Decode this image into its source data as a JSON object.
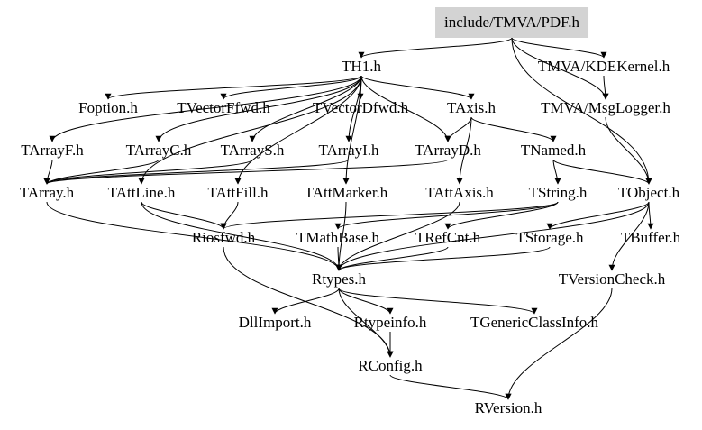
{
  "diagram": {
    "type": "include-dependency-graph",
    "root": "include/TMVA/PDF.h",
    "colors": {
      "root_fill": "#d3d3d3",
      "edge": "#000000",
      "background": "#ffffff"
    },
    "nodes": [
      {
        "id": "pdf",
        "label": "include/TMVA/PDF.h",
        "root": true
      },
      {
        "id": "th1",
        "label": "TH1.h"
      },
      {
        "id": "kde",
        "label": "TMVA/KDEKernel.h"
      },
      {
        "id": "foption",
        "label": "Foption.h"
      },
      {
        "id": "tvff",
        "label": "TVectorFfwd.h"
      },
      {
        "id": "tvdf",
        "label": "TVectorDfwd.h"
      },
      {
        "id": "taxis",
        "label": "TAxis.h"
      },
      {
        "id": "msglog",
        "label": "TMVA/MsgLogger.h"
      },
      {
        "id": "tarrf",
        "label": "TArrayF.h"
      },
      {
        "id": "tarrc",
        "label": "TArrayC.h"
      },
      {
        "id": "tarrs",
        "label": "TArrayS.h"
      },
      {
        "id": "tarri",
        "label": "TArrayI.h"
      },
      {
        "id": "tarrd",
        "label": "TArrayD.h"
      },
      {
        "id": "tnamed",
        "label": "TNamed.h"
      },
      {
        "id": "tarray",
        "label": "TArray.h"
      },
      {
        "id": "tattline",
        "label": "TAttLine.h"
      },
      {
        "id": "tattfill",
        "label": "TAttFill.h"
      },
      {
        "id": "tattmarker",
        "label": "TAttMarker.h"
      },
      {
        "id": "tattaxis",
        "label": "TAttAxis.h"
      },
      {
        "id": "tstring",
        "label": "TString.h"
      },
      {
        "id": "tobject",
        "label": "TObject.h"
      },
      {
        "id": "riosfwd",
        "label": "Riosfwd.h"
      },
      {
        "id": "tmathbase",
        "label": "TMathBase.h"
      },
      {
        "id": "trefcnt",
        "label": "TRefCnt.h"
      },
      {
        "id": "tstorage",
        "label": "TStorage.h"
      },
      {
        "id": "tbuffer",
        "label": "TBuffer.h"
      },
      {
        "id": "rtypes",
        "label": "Rtypes.h"
      },
      {
        "id": "tvercheck",
        "label": "TVersionCheck.h"
      },
      {
        "id": "dllimport",
        "label": "DllImport.h"
      },
      {
        "id": "rtypeinfo",
        "label": "Rtypeinfo.h"
      },
      {
        "id": "tgci",
        "label": "TGenericClassInfo.h"
      },
      {
        "id": "rconfig",
        "label": "RConfig.h"
      },
      {
        "id": "rversion",
        "label": "RVersion.h"
      }
    ],
    "edges": [
      [
        "pdf",
        "th1"
      ],
      [
        "pdf",
        "kde"
      ],
      [
        "pdf",
        "msglog"
      ],
      [
        "pdf",
        "tobject"
      ],
      [
        "th1",
        "foption"
      ],
      [
        "th1",
        "tvff"
      ],
      [
        "th1",
        "tvdf"
      ],
      [
        "th1",
        "taxis"
      ],
      [
        "th1",
        "tarrf"
      ],
      [
        "th1",
        "tarrc"
      ],
      [
        "th1",
        "tarrs"
      ],
      [
        "th1",
        "tarri"
      ],
      [
        "th1",
        "tarrd"
      ],
      [
        "th1",
        "tattline"
      ],
      [
        "th1",
        "tattfill"
      ],
      [
        "th1",
        "tattmarker"
      ],
      [
        "kde",
        "msglog"
      ],
      [
        "msglog",
        "tobject"
      ],
      [
        "taxis",
        "tnamed"
      ],
      [
        "taxis",
        "tattaxis"
      ],
      [
        "taxis",
        "tarrd"
      ],
      [
        "tarrf",
        "tarray"
      ],
      [
        "tarrc",
        "tarray"
      ],
      [
        "tarrs",
        "tarray"
      ],
      [
        "tarri",
        "tarray"
      ],
      [
        "tarrd",
        "tarray"
      ],
      [
        "tnamed",
        "tobject"
      ],
      [
        "tnamed",
        "tstring"
      ],
      [
        "tarray",
        "rtypes"
      ],
      [
        "tattline",
        "rtypes"
      ],
      [
        "tattline",
        "riosfwd"
      ],
      [
        "tattfill",
        "riosfwd"
      ],
      [
        "tattmarker",
        "rtypes"
      ],
      [
        "tattaxis",
        "rtypes"
      ],
      [
        "tstring",
        "tmathbase"
      ],
      [
        "tstring",
        "trefcnt"
      ],
      [
        "tstring",
        "riosfwd"
      ],
      [
        "tobject",
        "tstorage"
      ],
      [
        "tobject",
        "tbuffer"
      ],
      [
        "tobject",
        "tvercheck"
      ],
      [
        "tobject",
        "rtypes"
      ],
      [
        "tmathbase",
        "rtypes"
      ],
      [
        "trefcnt",
        "rtypes"
      ],
      [
        "tstorage",
        "rtypes"
      ],
      [
        "rtypes",
        "dllimport"
      ],
      [
        "rtypes",
        "rtypeinfo"
      ],
      [
        "rtypes",
        "tgci"
      ],
      [
        "rtypes",
        "rconfig"
      ],
      [
        "rtypeinfo",
        "rconfig"
      ],
      [
        "riosfwd",
        "rconfig"
      ],
      [
        "rconfig",
        "rversion"
      ],
      [
        "tvercheck",
        "rversion"
      ]
    ]
  }
}
